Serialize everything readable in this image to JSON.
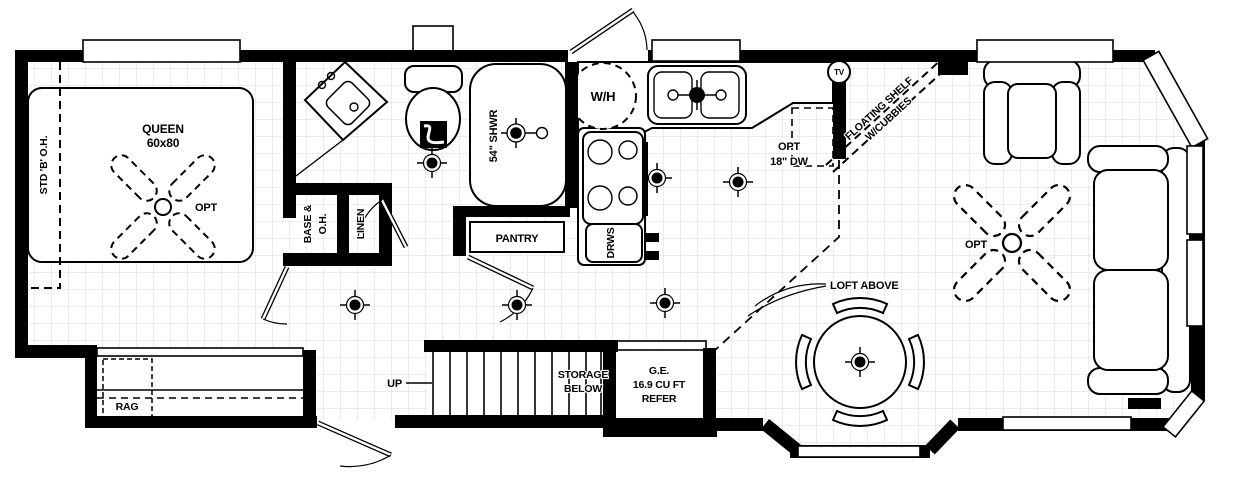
{
  "plan": {
    "bedroom": {
      "overhead": "STD 'B' O.H.",
      "bed_l1": "QUEEN",
      "bed_l2": "60x80",
      "fan_opt": "OPT"
    },
    "closets": {
      "base_l1": "BASE &",
      "base_l2": "O.H.",
      "linen": "LINEN"
    },
    "bath": {
      "shower": "54\" SHWR"
    },
    "utility": {
      "water_heater": "W/H",
      "pantry": "PANTRY",
      "rag": "RAG"
    },
    "kitchen": {
      "drawers": "DRWS",
      "dw_l1": "OPT",
      "dw_l2": "18\" DW"
    },
    "living": {
      "tv": "TV",
      "shelf_l1": "FLOATING SHELF",
      "shelf_l2": "W/CUBBIES",
      "fan_opt": "OPT",
      "loft": "LOFT ABOVE"
    },
    "stairs": {
      "up": "UP",
      "storage_l1": "STORAGE",
      "storage_l2": "BELOW"
    },
    "appliances": {
      "refer_l1": "G.E.",
      "refer_l2": "16.9 CU FT",
      "refer_l3": "REFER"
    }
  },
  "colors": {
    "wall": "#000000",
    "floor": "#ffffff",
    "grid": "#d9d9d9"
  }
}
